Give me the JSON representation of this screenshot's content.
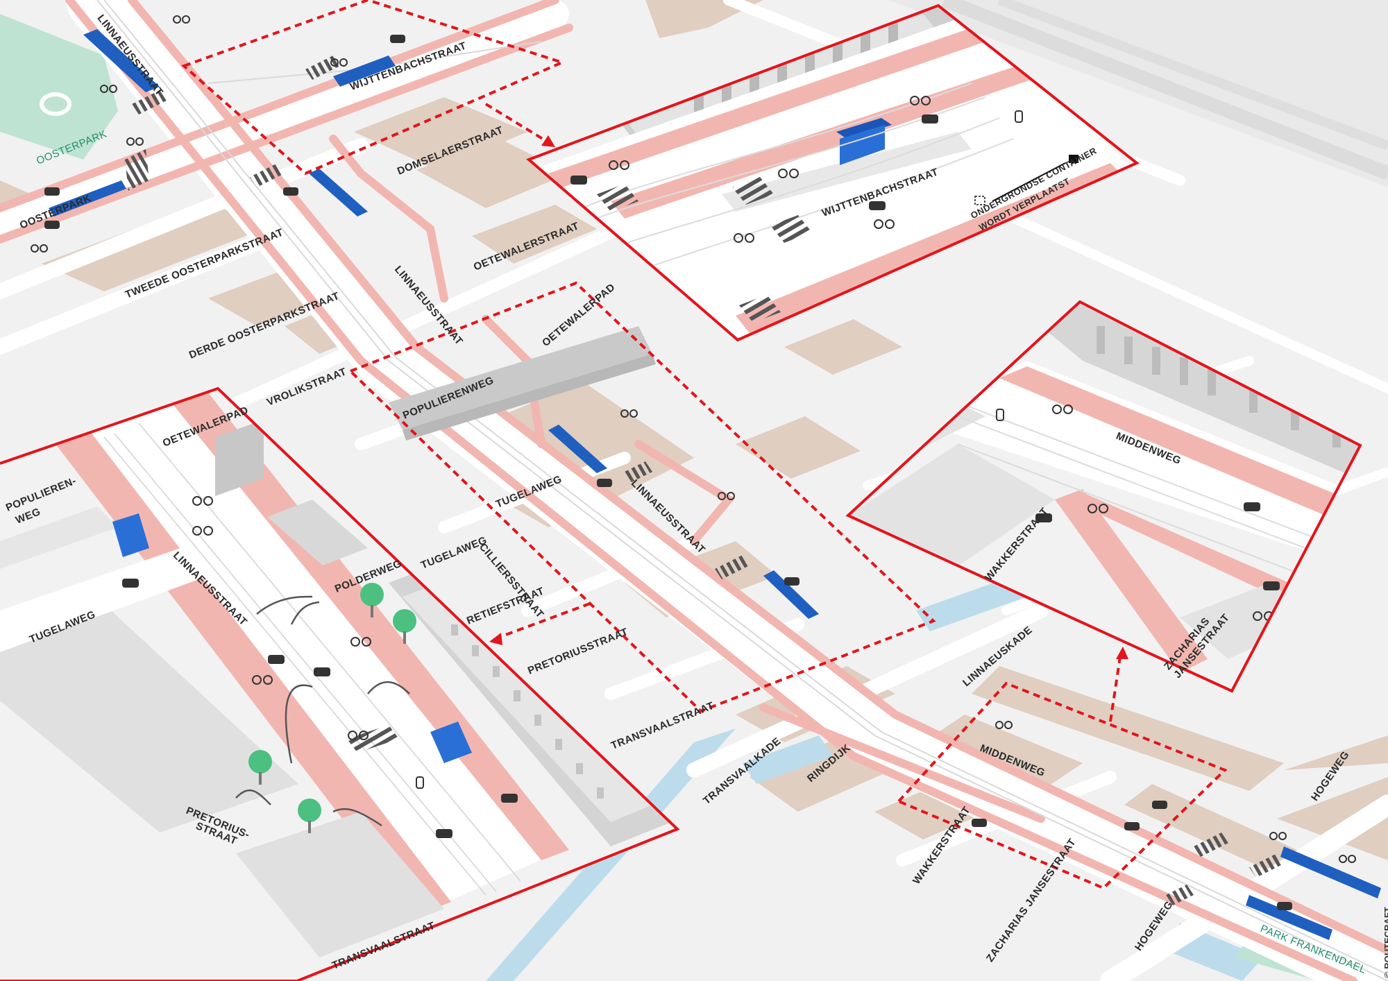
{
  "labels": {
    "linnaeusstraat_top": "LINNAEUSSTRAAT",
    "wijttenbachstraat": "WIJTTENBACHSTRAAT",
    "oosterpark_green": "OOSTERPARK",
    "oosterpark_street": "OOSTERPARK",
    "domselaerstraat": "DOMSELAERSTRAAT",
    "tweede_oosterparkstraat": "TWEEDE OOSTERPARKSTRAAT",
    "oetewalerstraat": "OETEWALERSTRAAT",
    "linnaeusstraat_mid": "LINNAEUSSTRAAT",
    "derde_oosterparkstraat": "DERDE OOSTERPARKSTRAAT",
    "oetewalerpad_main": "OETEWALERPAD",
    "vrolikstraat": "VROLIKSTRAAT",
    "populierenweg_main": "POPULIERENWEG",
    "tugelaweg_main1": "TUGELAWEG",
    "linnaeusstraat_low": "LINNAEUSSTRAAT",
    "tugelaweg_main2": "TUGELAWEG",
    "cilliersstraat": "CILLIERSSTRAAT",
    "retiefstraat": "RETIEFSTRAAT",
    "pretoriusstraat_main": "PRETORIUSSTRAAT",
    "transvaalstraat_main": "TRANSVAALSTRAAT",
    "transvaalkade": "TRANSVAALKADE",
    "ringdijk": "RINGDIJK",
    "linnaeuskade": "LINNAEUSKADE",
    "middenweg_main": "MIDDENWEG",
    "wakkerstraat_main": "WAKKERSTRAAT",
    "zacharias_main": "ZACHARIAS JANSESTRAAT",
    "hogeweg_1": "HOGEWEG",
    "hogeweg_2": "HOGEWEG",
    "park_frankendael": "PARK FRANKENDAEL"
  },
  "inset_top": {
    "street": "WIJTTENBACHSTRAAT",
    "note_line1": "ONDERGRONDSE CONTAINER",
    "note_line2": "WORDT VERPLAATST"
  },
  "inset_right": {
    "middenweg": "MIDDENWEG",
    "wakkerstraat": "WAKKERSTRAAT",
    "zacharias_line1": "ZACHARIAS",
    "zacharias_line2": "JANSESTRAAT"
  },
  "inset_left": {
    "oetewalerpad": "OETEWALERPAD",
    "populierenweg_line1": "POPULIEREN-",
    "populierenweg_line2": "WEG",
    "linnaeusstraat": "LINNAEUSSTRAAT",
    "tugelaweg": "TUGELAWEG",
    "polderweg": "POLDERWEG",
    "pretorius_line1": "PRETORIUS-",
    "pretorius_line2": "STRAAT",
    "transvaalstraat": "TRANSVAALSTRAAT"
  },
  "credit": "© ROUTECRAFT",
  "colors": {
    "accent_red": "#e3141b",
    "bike_lane": "#f2b6b0",
    "block": "#e0cec0",
    "road": "#ffffff",
    "ground": "#f1f1f1",
    "water": "#bcdcec",
    "park": "#bfe3d3",
    "tram_stop": "#1f5fbf",
    "tree": "#4cc081"
  },
  "icons": [
    "car-icon",
    "bicycle-icon",
    "tram-icon",
    "tram-stop-icon",
    "tree-icon",
    "arrow-icon",
    "crosswalk-icon",
    "container-icon"
  ]
}
